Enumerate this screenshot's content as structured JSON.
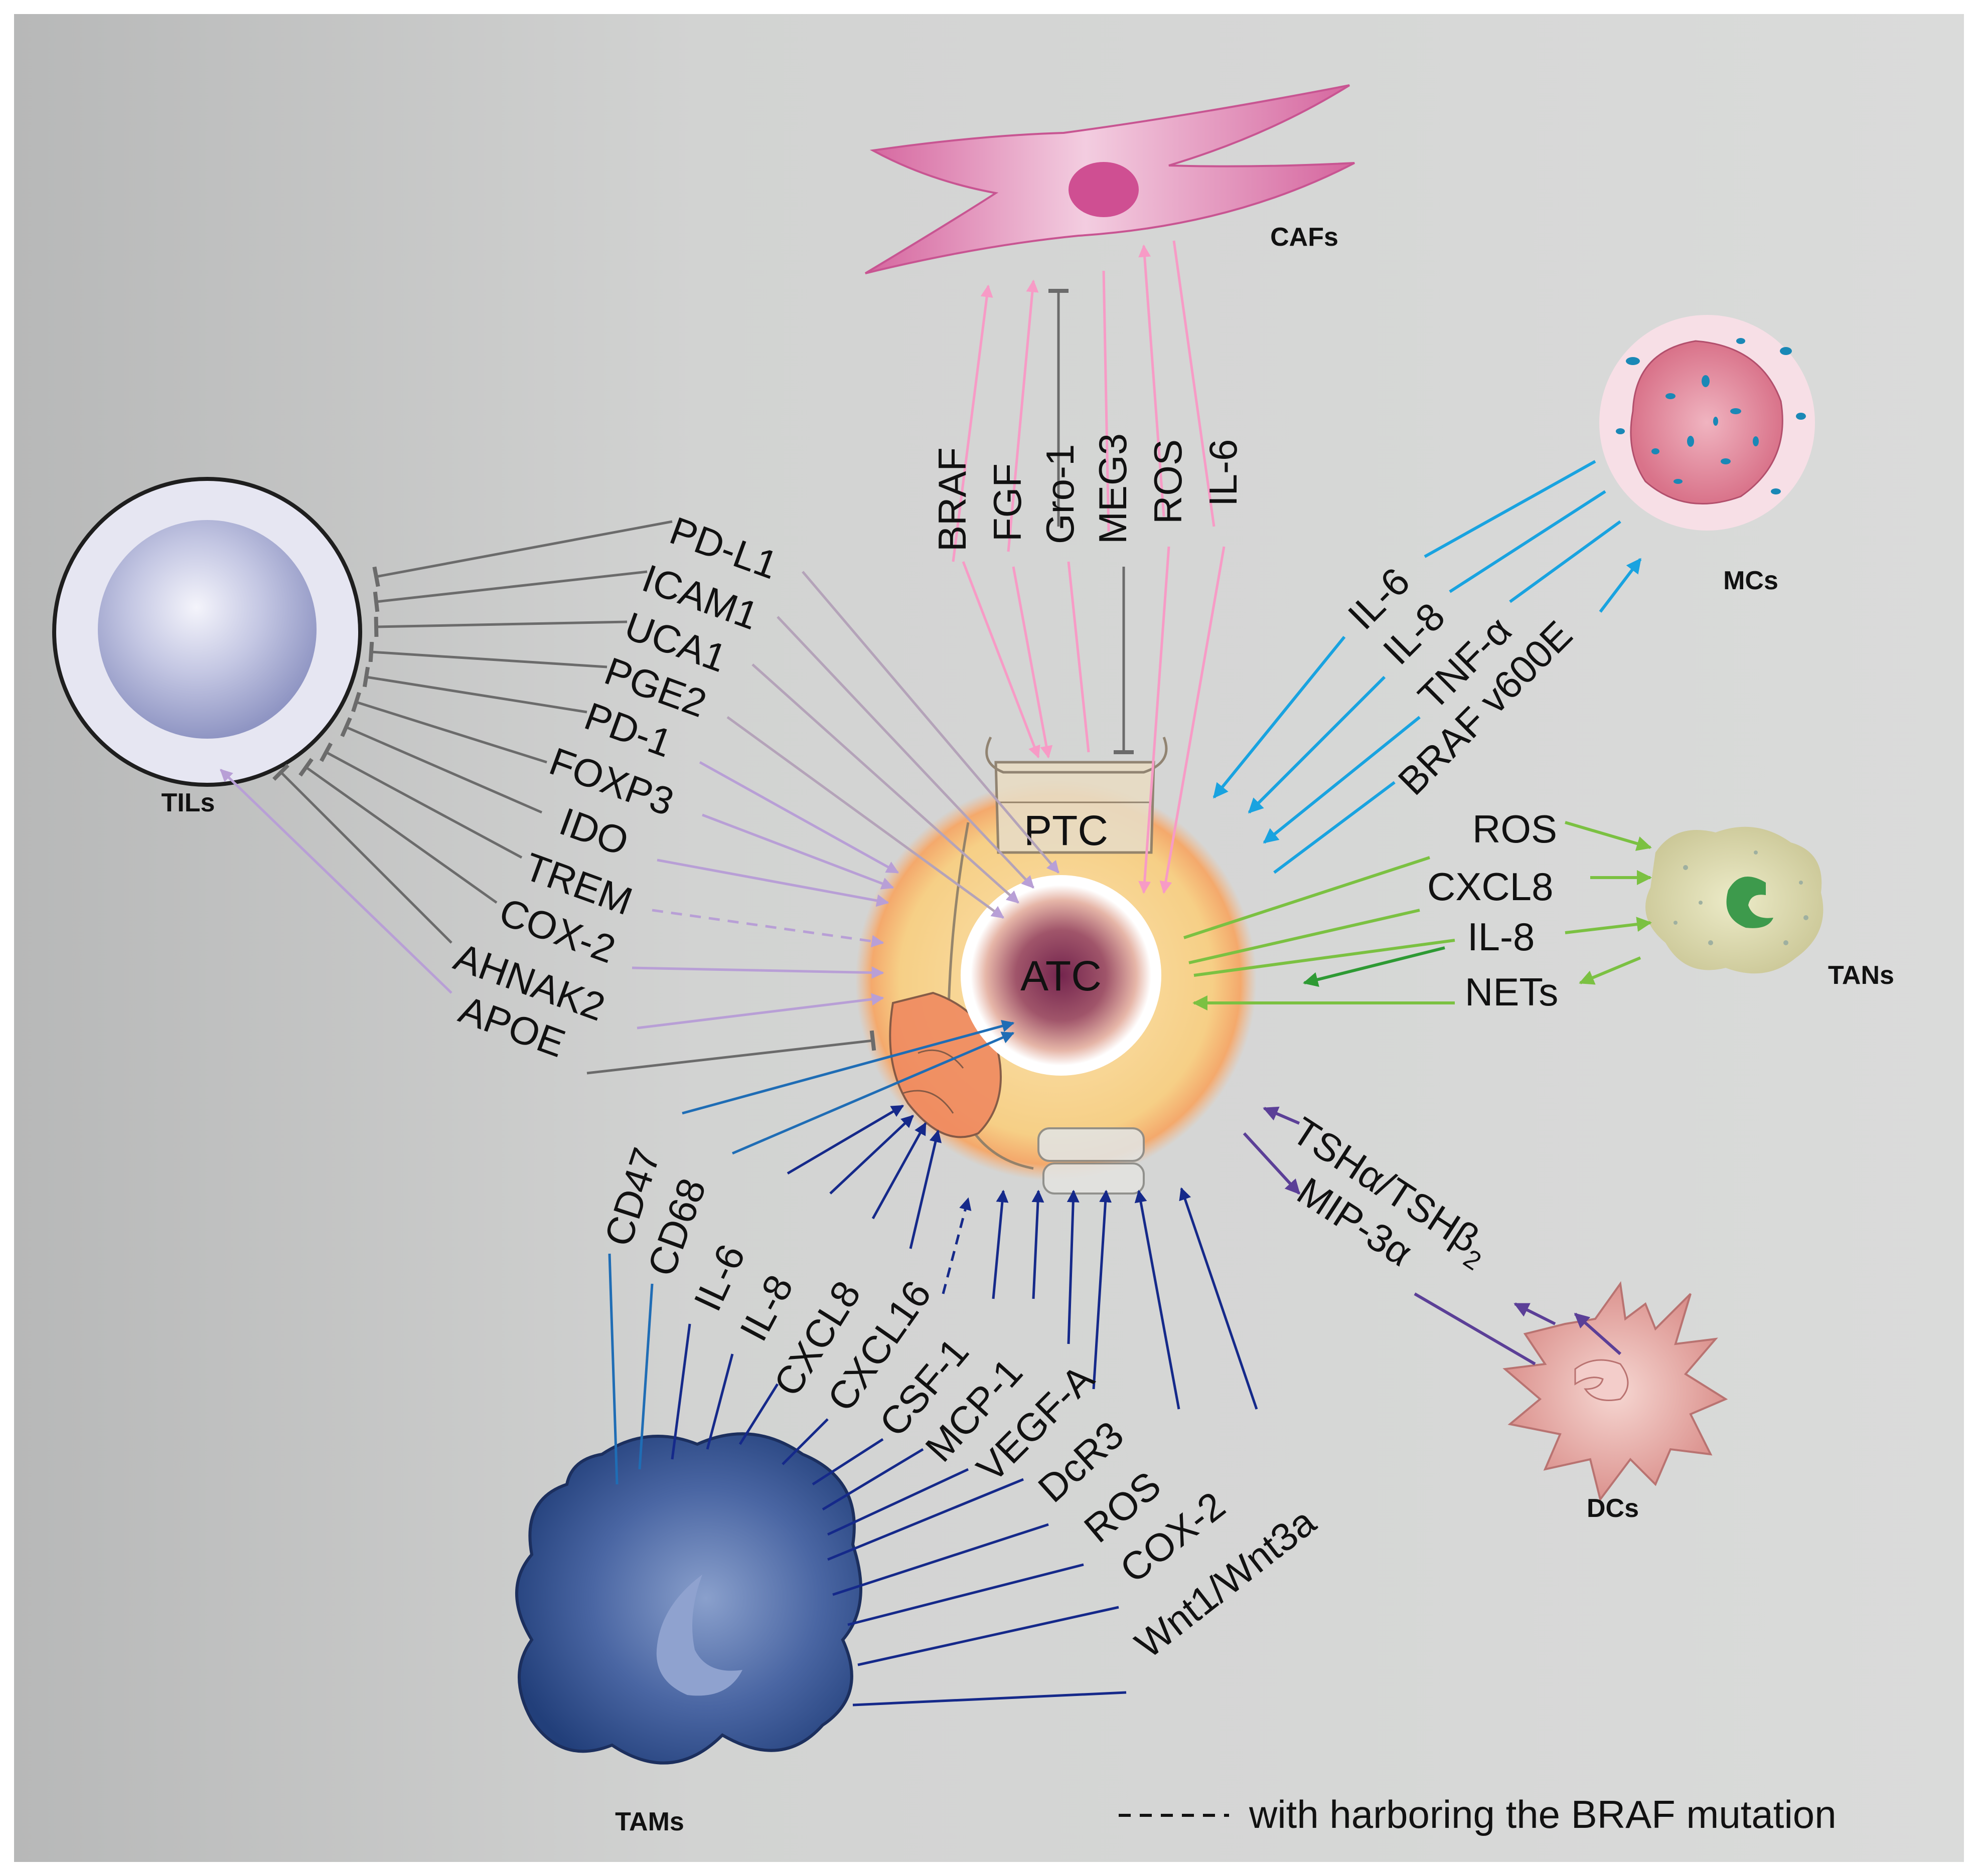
{
  "colors": {
    "background_light": "#d9dad9",
    "background_dark": "#b9baba",
    "caf_pink": "#f79bc6",
    "inhibit_gray": "#6b6b6b",
    "tils_purple": "#b89fd6",
    "mcs_blue": "#19a3e0",
    "tans_green": "#7bc142",
    "tans_dark_green": "#2e9a34",
    "tams_navy": "#15298a",
    "tams_blue": "#1f6db5",
    "dcs_purple": "#5b3f97",
    "tam_cell": "#2f4f8a",
    "dc_cell": "#e3a7a2",
    "caf_cell": "#d865a3",
    "tan_cell": "#d4d1a6"
  },
  "center": {
    "ptc": "PTC",
    "atc": "ATC"
  },
  "cells": {
    "cafs": "CAFs",
    "mcs": "MCs",
    "tils": "TILs",
    "tans": "TANs",
    "dcs": "DCs",
    "tams": "TAMs"
  },
  "cafs_factors": [
    "BRAF",
    "FGF",
    "Gro-1",
    "MEG3",
    "ROS",
    "IL-6"
  ],
  "tils_factors": [
    "PD-L1",
    "ICAM1",
    "UCA1",
    "PGE2",
    "PD-1",
    "FOXP3",
    "IDO",
    "TREM",
    "COX-2",
    "AHNAK2",
    "APOE"
  ],
  "mcs_factors": [
    "IL-6",
    "IL-8",
    "TNF-α",
    "BRAF v600E"
  ],
  "tans_factors": [
    "ROS",
    "CXCL8",
    "IL-8",
    "NETs"
  ],
  "dcs_factors": {
    "tsh_main": "TSHα/TSHβ",
    "tsh_sub": "2",
    "mip": "MIP-3α"
  },
  "tams_factors": [
    "CD47",
    "CD68",
    "IL-6",
    "IL-8",
    "CXCL8",
    "CXCL16",
    "CSF-1",
    "MCP-1",
    "VEGF-A",
    "DcR3",
    "ROS",
    "COX-2",
    "Wnt1/Wnt3a"
  ],
  "legend": {
    "text": "with  harboring the BRAF mutation"
  }
}
